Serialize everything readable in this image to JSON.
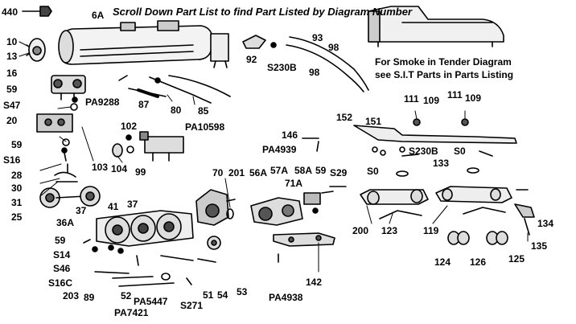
{
  "header": "Scroll Down Part List to find Part Listed by Diagram Number",
  "tender_note": [
    "For Smoke in Tender Diagram",
    "see S.I.T Parts in Parts Listing"
  ],
  "callouts": {
    "n440": "440",
    "n6A": "6A",
    "n10": "10",
    "n13": "13",
    "n16": "16",
    "n59a": "59",
    "nS47": "S47",
    "n20": "20",
    "n59b": "59",
    "nS16a": "S16",
    "n28": "28",
    "n30": "30",
    "n31": "31",
    "n25": "25",
    "n92": "92",
    "nS230Ba": "S230B",
    "n93": "93",
    "n98a": "98",
    "n98b": "98",
    "nPA9288": "PA9288",
    "n87": "87",
    "n80": "80",
    "n85": "85",
    "nPA10598": "PA10598",
    "n102": "102",
    "n103": "103",
    "n104": "104",
    "n99": "99",
    "n111a": "111",
    "n109a": "109",
    "n111b": "111",
    "n109b": "109",
    "n146": "146",
    "n152": "152",
    "n151": "151",
    "nPA4939": "PA4939",
    "nS0a": "S0",
    "nS230Bb": "S230B",
    "nS0b": "S0",
    "n133": "133",
    "n70": "70",
    "n201": "201",
    "n56A": "56A",
    "n57A": "57A",
    "n71A": "71A",
    "n58A": "58A",
    "n59c": "59",
    "nS29": "S29",
    "n37a": "37",
    "n41": "41",
    "n37b": "37",
    "n36A": "36A",
    "n59d": "59",
    "nS14": "S14",
    "nS46": "S46",
    "nS16C": "S16C",
    "n203": "203",
    "n89": "89",
    "n52": "52",
    "nPA5447": "PA5447",
    "nPA7421": "PA7421",
    "nS271": "S271",
    "n51": "51",
    "n54": "54",
    "n53": "53",
    "nPA4938": "PA4938",
    "n142": "142",
    "n200": "200",
    "n123": "123",
    "n119": "119",
    "n134": "134",
    "n135": "135",
    "n124": "124",
    "n126": "126",
    "n125": "125"
  }
}
